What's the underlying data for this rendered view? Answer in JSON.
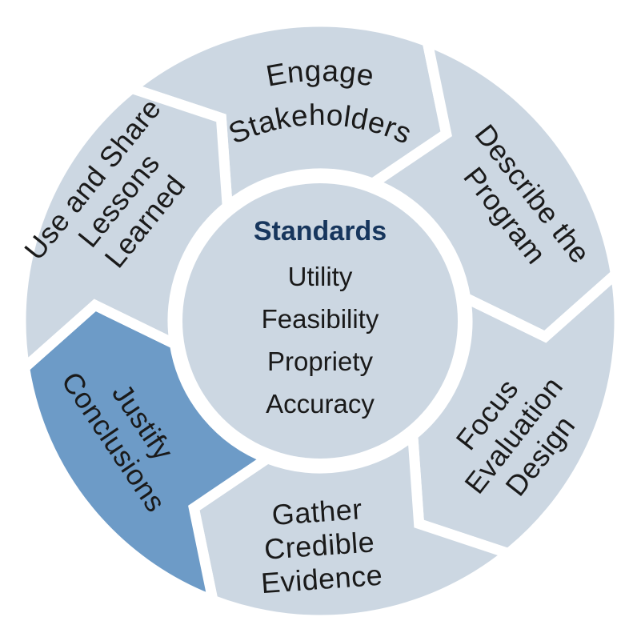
{
  "center": {
    "heading": "Standards",
    "standards": [
      "Utility",
      "Feasibility",
      "Propriety",
      "Accuracy"
    ]
  },
  "segments": [
    {
      "id": "engage-stakeholders",
      "label": "Engage Stakeholders",
      "lines": [
        "Engage",
        "Stakeholders"
      ],
      "highlighted": false
    },
    {
      "id": "describe-the-program",
      "label": "Describe the Program",
      "lines": [
        "Describe the",
        "Program"
      ],
      "highlighted": false
    },
    {
      "id": "focus-evaluation-design",
      "label": "Focus Evaluation Design",
      "lines": [
        "Focus",
        "Evaluation",
        "Design"
      ],
      "highlighted": false
    },
    {
      "id": "gather-credible-evidence",
      "label": "Gather Credible Evidence",
      "lines": [
        "Gather",
        "Credible",
        "Evidence"
      ],
      "highlighted": false
    },
    {
      "id": "justify-conclusions",
      "label": "Justify Conclusions",
      "lines": [
        "Justify",
        "Conclusions"
      ],
      "highlighted": true
    },
    {
      "id": "use-and-share-lessons-learned",
      "label": "Use and Share Lessons Learned",
      "lines": [
        "Use and Share",
        "Lessons",
        "Learned"
      ],
      "highlighted": false
    }
  ],
  "colors": {
    "segment": "#ccd7e2",
    "segment_highlight": "#6d9bc7",
    "center_circle": "#ccd7e2",
    "separator": "#ffffff",
    "heading_text": "#17365d",
    "label_text": "#1a1a1a",
    "background": "#ffffff"
  }
}
